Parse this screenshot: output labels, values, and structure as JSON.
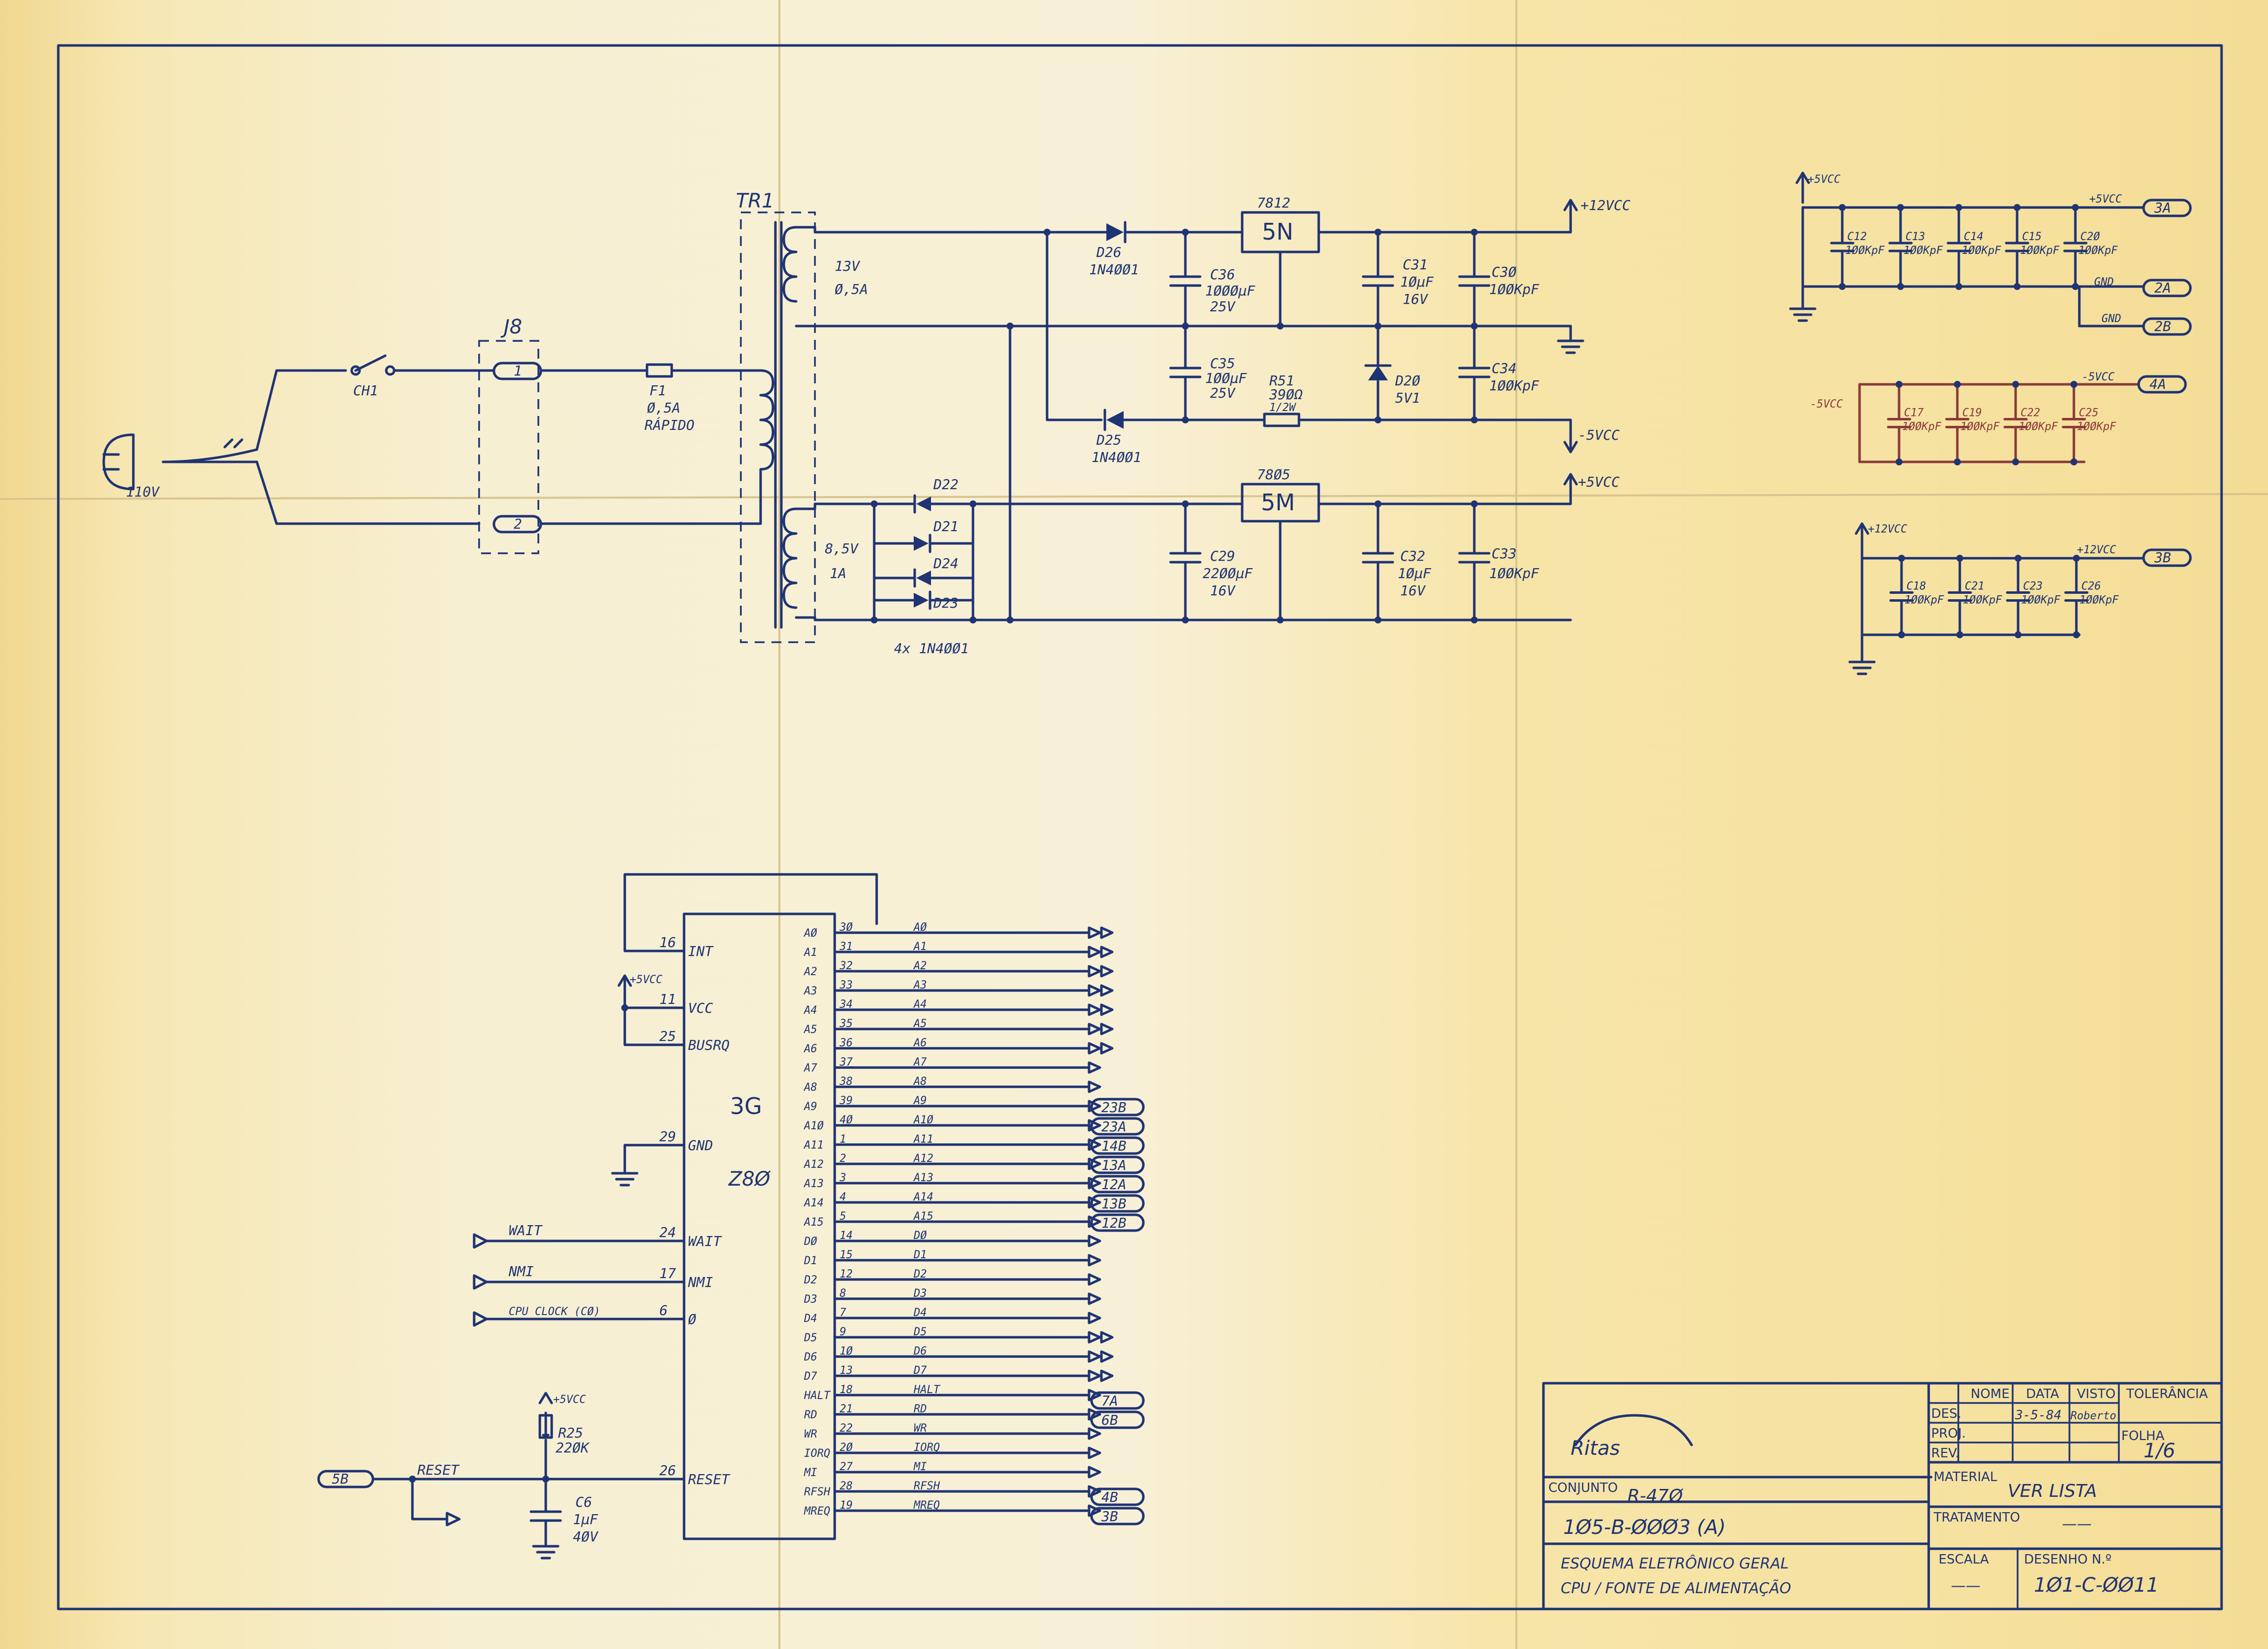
{
  "schematic": {
    "frame_color": "#1f3474",
    "mains": {
      "plug_label": "110V",
      "switch_label": "CH1",
      "connector_label": "J8",
      "pin1": "1",
      "pin2": "2",
      "fuse_label": "F1",
      "fuse_value": "Ø,5A",
      "fuse_type": "RÁPIDO"
    },
    "transformer": {
      "label": "TR1",
      "sec1_voltage": "13V",
      "sec1_current": "Ø,5A",
      "sec2_voltage": "8,5V",
      "sec2_current": "1A"
    },
    "plus12": {
      "diode": "D26",
      "diode_type": "1N4ØØ1",
      "cap": "C36",
      "cap_value": "1ØØØµF",
      "cap_voltage": "25V",
      "reg_code": "7812",
      "reg_ref": "5N",
      "out_cap": "C31",
      "out_cap_value": "1ØµF",
      "out_cap_voltage": "16V",
      "bypass": "C3Ø",
      "bypass_value": "1ØØKpF",
      "rail": "+12VCC"
    },
    "minus5": {
      "diode": "D25",
      "diode_type": "1N4ØØ1",
      "cap": "C35",
      "cap_value": "1ØØµF",
      "cap_voltage": "25V",
      "resistor": "R51",
      "res_value": "39ØΩ",
      "res_power": "1/2W",
      "zener": "D2Ø",
      "zener_value": "5V1",
      "bypass": "C34",
      "bypass_value": "1ØØKpF",
      "rail": "-5VCC"
    },
    "plus5": {
      "diodes": [
        "D22",
        "D21",
        "D24",
        "D23"
      ],
      "bridge_label": "4x 1N4ØØ1",
      "cap": "C29",
      "cap_value": "22ØØµF",
      "cap_voltage": "16V",
      "reg_code": "78Ø5",
      "reg_ref": "5M",
      "out_cap": "C32",
      "out_cap_value": "1ØµF",
      "out_cap_voltage": "16V",
      "bypass": "C33",
      "bypass_value": "1ØØKpF",
      "rail": "+5VCC"
    },
    "decoupling": {
      "grp5v": {
        "top": "+5VCC",
        "out": "+5VCC",
        "gnd1": "GND",
        "gnd2": "GND",
        "tags": [
          "3A",
          "2A",
          "2B"
        ],
        "caps": [
          [
            "C12",
            "1ØØKpF"
          ],
          [
            "C13",
            "1ØØKpF"
          ],
          [
            "C14",
            "1ØØKpF"
          ],
          [
            "C15",
            "1ØØKpF"
          ],
          [
            "C2Ø",
            "1ØØKpF"
          ]
        ]
      },
      "grpm5": {
        "left": "-5VCC",
        "right": "-5VCC",
        "tag": "4A",
        "caps": [
          [
            "C17",
            "1ØØKpF"
          ],
          [
            "C19",
            "1ØØKpF"
          ],
          [
            "C22",
            "1ØØKpF"
          ],
          [
            "C25",
            "1ØØKpF"
          ]
        ]
      },
      "grp12": {
        "top": "+12VCC",
        "out": "+12VCC",
        "tag": "3B",
        "caps": [
          [
            "C18",
            "1ØØKpF"
          ],
          [
            "C21",
            "1ØØKpF"
          ],
          [
            "C23",
            "1ØØKpF"
          ],
          [
            "C26",
            "1ØØKpF"
          ]
        ]
      }
    },
    "cpu": {
      "ref": "3G",
      "part": "Z8Ø",
      "vcc_label": "+5VCC",
      "left_pins": [
        [
          "16",
          "INT"
        ],
        [
          "11",
          "VCC"
        ],
        [
          "25",
          "BUSRQ"
        ],
        [
          "29",
          "GND"
        ],
        [
          "24",
          "WAIT"
        ],
        [
          "17",
          "NMI"
        ],
        [
          "6",
          "Ø"
        ],
        [
          "26",
          "RESET"
        ]
      ],
      "inputs": [
        "WAIT",
        "NMI",
        "CPU CLOCK (CØ)"
      ],
      "right_pins": [
        [
          "AØ",
          "3Ø",
          "AØ"
        ],
        [
          "A1",
          "31",
          "A1"
        ],
        [
          "A2",
          "32",
          "A2"
        ],
        [
          "A3",
          "33",
          "A3"
        ],
        [
          "A4",
          "34",
          "A4"
        ],
        [
          "A5",
          "35",
          "A5"
        ],
        [
          "A6",
          "36",
          "A6"
        ],
        [
          "A7",
          "37",
          "A7"
        ],
        [
          "A8",
          "38",
          "A8"
        ],
        [
          "A9",
          "39",
          "A9"
        ],
        [
          "A1Ø",
          "4Ø",
          "A1Ø"
        ],
        [
          "A11",
          "1",
          "A11"
        ],
        [
          "A12",
          "2",
          "A12"
        ],
        [
          "A13",
          "3",
          "A13"
        ],
        [
          "A14",
          "4",
          "A14"
        ],
        [
          "A15",
          "5",
          "A15"
        ],
        [
          "DØ",
          "14",
          "DØ"
        ],
        [
          "D1",
          "15",
          "D1"
        ],
        [
          "D2",
          "12",
          "D2"
        ],
        [
          "D3",
          "8",
          "D3"
        ],
        [
          "D4",
          "7",
          "D4"
        ],
        [
          "D5",
          "9",
          "D5"
        ],
        [
          "D6",
          "1Ø",
          "D6"
        ],
        [
          "D7",
          "13",
          "D7"
        ],
        [
          "HALT",
          "18",
          "HALT"
        ],
        [
          "RD",
          "21",
          "RD"
        ],
        [
          "WR",
          "22",
          "WR"
        ],
        [
          "IORQ",
          "2Ø",
          "IORQ"
        ],
        [
          "MI",
          "27",
          "MI"
        ],
        [
          "RFSH",
          "28",
          "RFSH"
        ],
        [
          "MREQ",
          "19",
          "MREQ"
        ]
      ],
      "out_tags": [
        "23B",
        "23A",
        "14B",
        "13A",
        "12A",
        "13B",
        "12B",
        "7A",
        "6B",
        "4B",
        "3B"
      ]
    },
    "reset": {
      "vcc": "+5VCC",
      "resistor": "R25",
      "res_value": "22ØK",
      "cap": "C6",
      "cap_value": "1µF",
      "cap_voltage": "4ØV",
      "tag": "5B",
      "signal": "RESET"
    }
  },
  "title_block": {
    "logo": "Ritas",
    "col_nome": "NOME",
    "col_data": "DATA",
    "col_visto": "VISTO",
    "tolerancia": "TOLERÂNCIA",
    "row_des": "DES.",
    "row_proj": "PROJ.",
    "row_rev": "REV.",
    "date": "3-5-84",
    "visto_sig": "Roberto",
    "folha_label": "FOLHA",
    "folha_value": "1/6",
    "conjunto_label": "CONJUNTO",
    "conjunto_value": "R-47Ø",
    "material_label": "MATERIAL",
    "material_value": "VER LISTA",
    "drawing_code": "1Ø5-B-ØØØ3 (A)",
    "tratamento_label": "TRATAMENTO",
    "tratamento_value": "——",
    "title_line1": "ESQUEMA ELETRÔNICO GERAL",
    "title_line2": "CPU / FONTE DE ALIMENTAÇÃO",
    "escala_label": "ESCALA",
    "escala_value": "——",
    "desenho_label": "DESENHO N.º",
    "desenho_value": "1Ø1-C-ØØ11"
  }
}
